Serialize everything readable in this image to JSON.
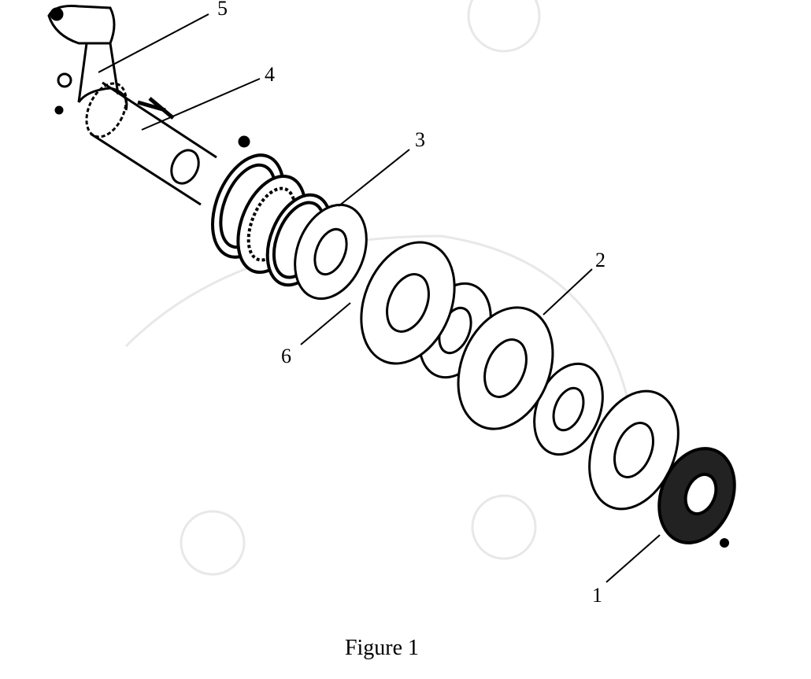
{
  "figure": {
    "caption": "Figure 1",
    "callouts": [
      {
        "id": "5",
        "text": "5"
      },
      {
        "id": "4",
        "text": "4"
      },
      {
        "id": "3",
        "text": "3"
      },
      {
        "id": "2",
        "text": "2"
      },
      {
        "id": "6",
        "text": "6"
      },
      {
        "id": "1",
        "text": "1"
      }
    ]
  }
}
